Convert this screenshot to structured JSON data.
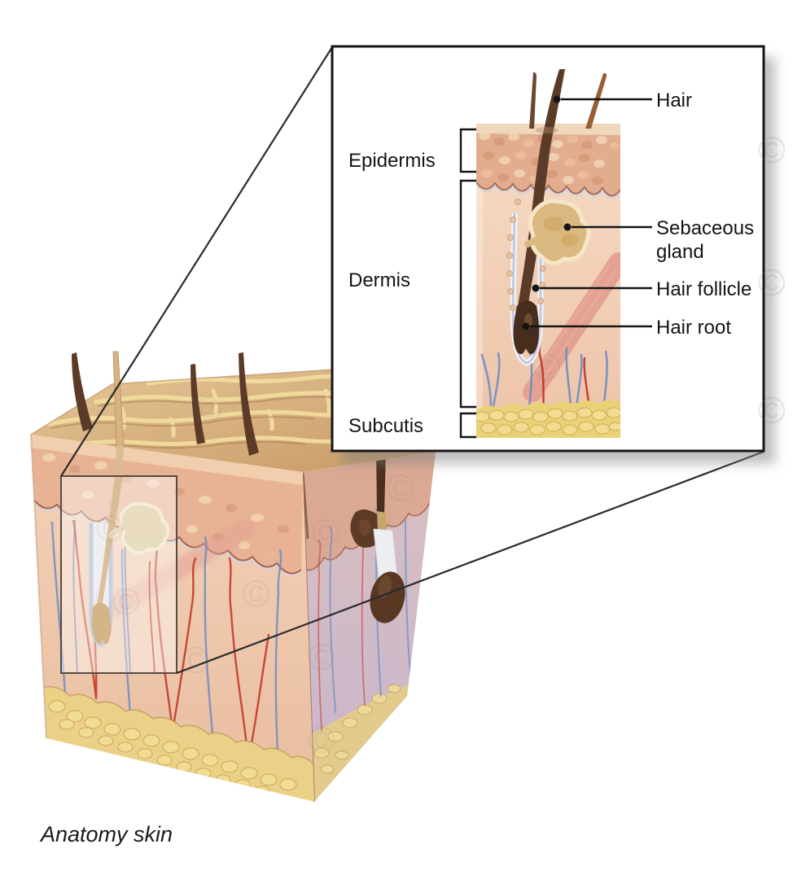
{
  "labels": {
    "epidermis": "Epidermis",
    "dermis": "Dermis",
    "subcutis": "Subcutis",
    "hair": "Hair",
    "sebaceous_line1": "Sebaceous",
    "sebaceous_line2": "gland",
    "hair_follicle": "Hair follicle",
    "hair_root": "Hair root"
  },
  "caption": "Anatomy skin",
  "watermark": {
    "symbol": "©"
  },
  "colors": {
    "background": "#ffffff",
    "outline": "#141414",
    "epidermis_inset": "#e2ac8e",
    "epidermis_front": "#e8b394",
    "epidermis_side": "#dba58f",
    "dermis_light": "#f5d7c0",
    "dermis_dark": "#eec3a9",
    "subcutis_inset": "#ead076",
    "subcutis_front": "#ead187",
    "subcutis_side": "#e2cb8d",
    "fat_lump": "#f2de96",
    "fat_outline": "#cfa753",
    "hair_dark": "#5b3b28",
    "hair_bulb": "#462d1d",
    "hair_light": "#c9a66e",
    "gland": "#d9b97f",
    "gland_outline": "#f4e6c6",
    "muscle": "#e09a8c",
    "vessel_red": "#c23b28",
    "vessel_blue": "#6e8cc4",
    "follicle_sheath": "#bfcbe2",
    "top_face": "#d7b184",
    "crack": "#f2dc9e",
    "watermark_gray": "#777777"
  }
}
